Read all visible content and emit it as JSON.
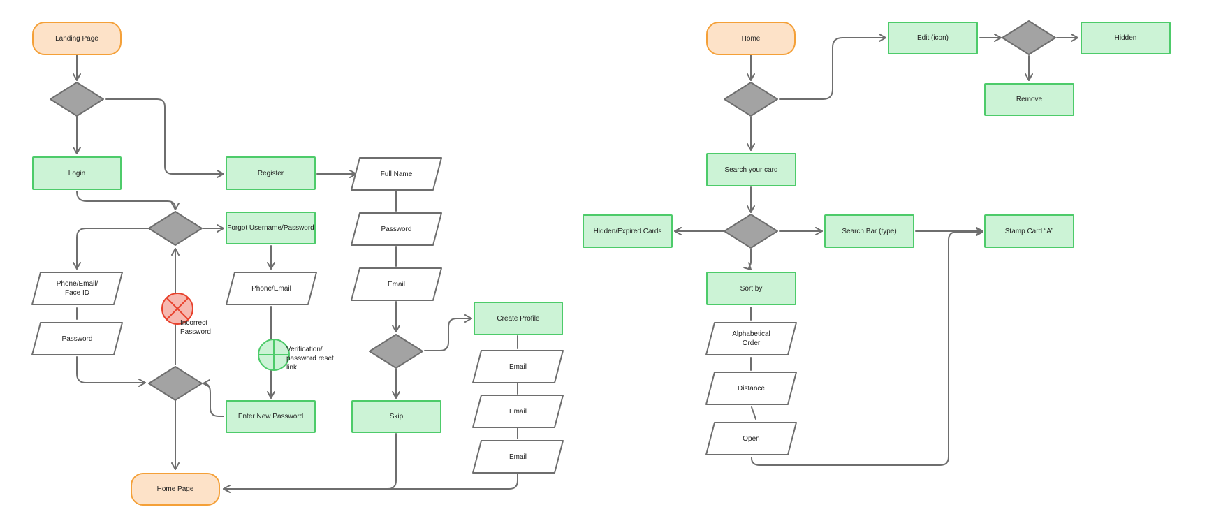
{
  "colors": {
    "terminal_fill": "#fde2c8",
    "terminal_border": "#f4a038",
    "process_fill": "#ccf3d6",
    "process_border": "#4dcb6a",
    "decision_fill": "#a3a3a3",
    "decision_border": "#6e6e6e",
    "arrow": "#6e6e6e",
    "error_fill": "#f6b8b0",
    "error_border": "#e8412c"
  },
  "login_flow": {
    "landing_page": "Landing Page",
    "login": "Login",
    "register": "Register",
    "forgot": "Forgot Username/Password",
    "phone_email_faceid": "Phone/Email/\nFace ID",
    "password": "Password",
    "phone_email": "Phone/Email",
    "enter_new_password": "Enter New Password",
    "incorrect_password": "Incorrect\nPassword",
    "verification": "Verification/\npassword reset\nlink",
    "full_name": "Full Name",
    "reg_password": "Password",
    "reg_email": "Email",
    "create_profile": "Create Profile",
    "profile_email_1": "Email",
    "profile_email_2": "Email",
    "profile_email_3": "Email",
    "skip": "Skip",
    "home_page": "Home Page"
  },
  "home_flow": {
    "home": "Home",
    "edit_icon": "Edit (icon)",
    "hidden": "Hidden",
    "remove": "Remove",
    "search_your_card": "Search your card",
    "hidden_expired": "Hidden/Expired Cards",
    "search_bar": "Search Bar (type)",
    "stamp_card": "Stamp Card “A”",
    "sort_by": "Sort by",
    "alphabetical": "Alphabetical\nOrder",
    "distance": "Distance",
    "open": "Open"
  }
}
